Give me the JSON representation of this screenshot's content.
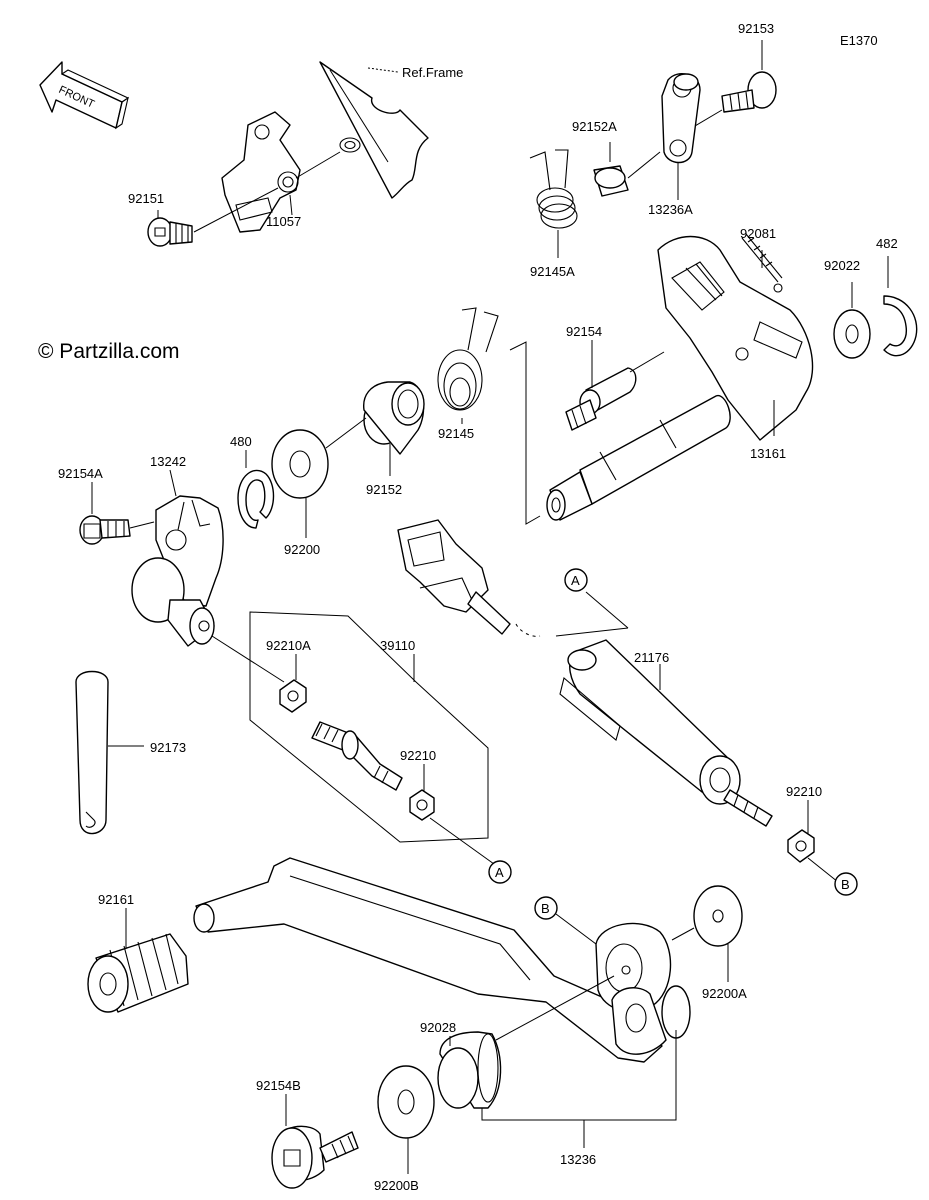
{
  "diagram_code": "E1370",
  "watermark": "© Partzilla.com",
  "front_label": "FRONT",
  "ref_frame_label": "Ref.Frame",
  "callouts": {
    "p92153": "92153",
    "p92152A": "92152A",
    "p13236A": "13236A",
    "p92145A": "92145A",
    "p92081": "92081",
    "p92022": "92022",
    "p482": "482",
    "p92151": "92151",
    "p11057": "11057",
    "p92154": "92154",
    "p13161": "13161",
    "p92145": "92145",
    "p92152": "92152",
    "p480": "480",
    "p13242": "13242",
    "p92154A": "92154A",
    "p92200": "92200",
    "p92210A": "92210A",
    "p39110": "39110",
    "p21176": "21176",
    "p92210_1": "92210",
    "p92210_2": "92210",
    "p92173": "92173",
    "p92161": "92161",
    "p92200A": "92200A",
    "p92028": "92028",
    "p92154B": "92154B",
    "p92200B": "92200B",
    "p13236": "13236"
  },
  "markers": {
    "A1": "A",
    "A2": "A",
    "B1": "B",
    "B2": "B"
  }
}
